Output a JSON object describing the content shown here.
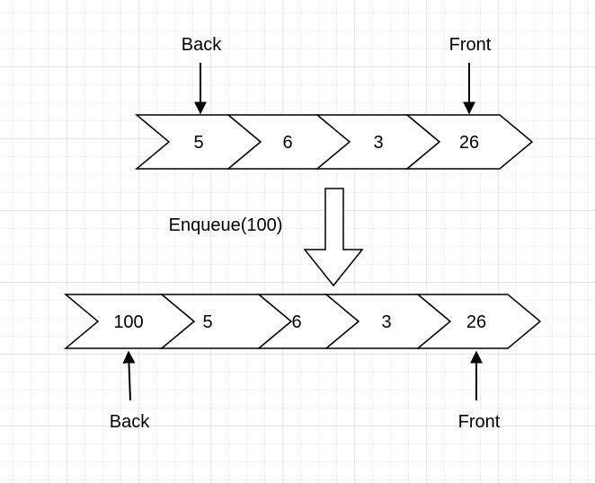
{
  "queue_before": {
    "back_label": "Back",
    "front_label": "Front",
    "items": [
      "5",
      "6",
      "3",
      "26"
    ]
  },
  "operation": {
    "label": "Enqueue(100)"
  },
  "queue_after": {
    "back_label": "Back",
    "front_label": "Front",
    "items": [
      "100",
      "5",
      "6",
      "3",
      "26"
    ]
  },
  "colors": {
    "stroke": "#000000",
    "fill": "#ffffff",
    "grid": "#e6e6e6"
  }
}
